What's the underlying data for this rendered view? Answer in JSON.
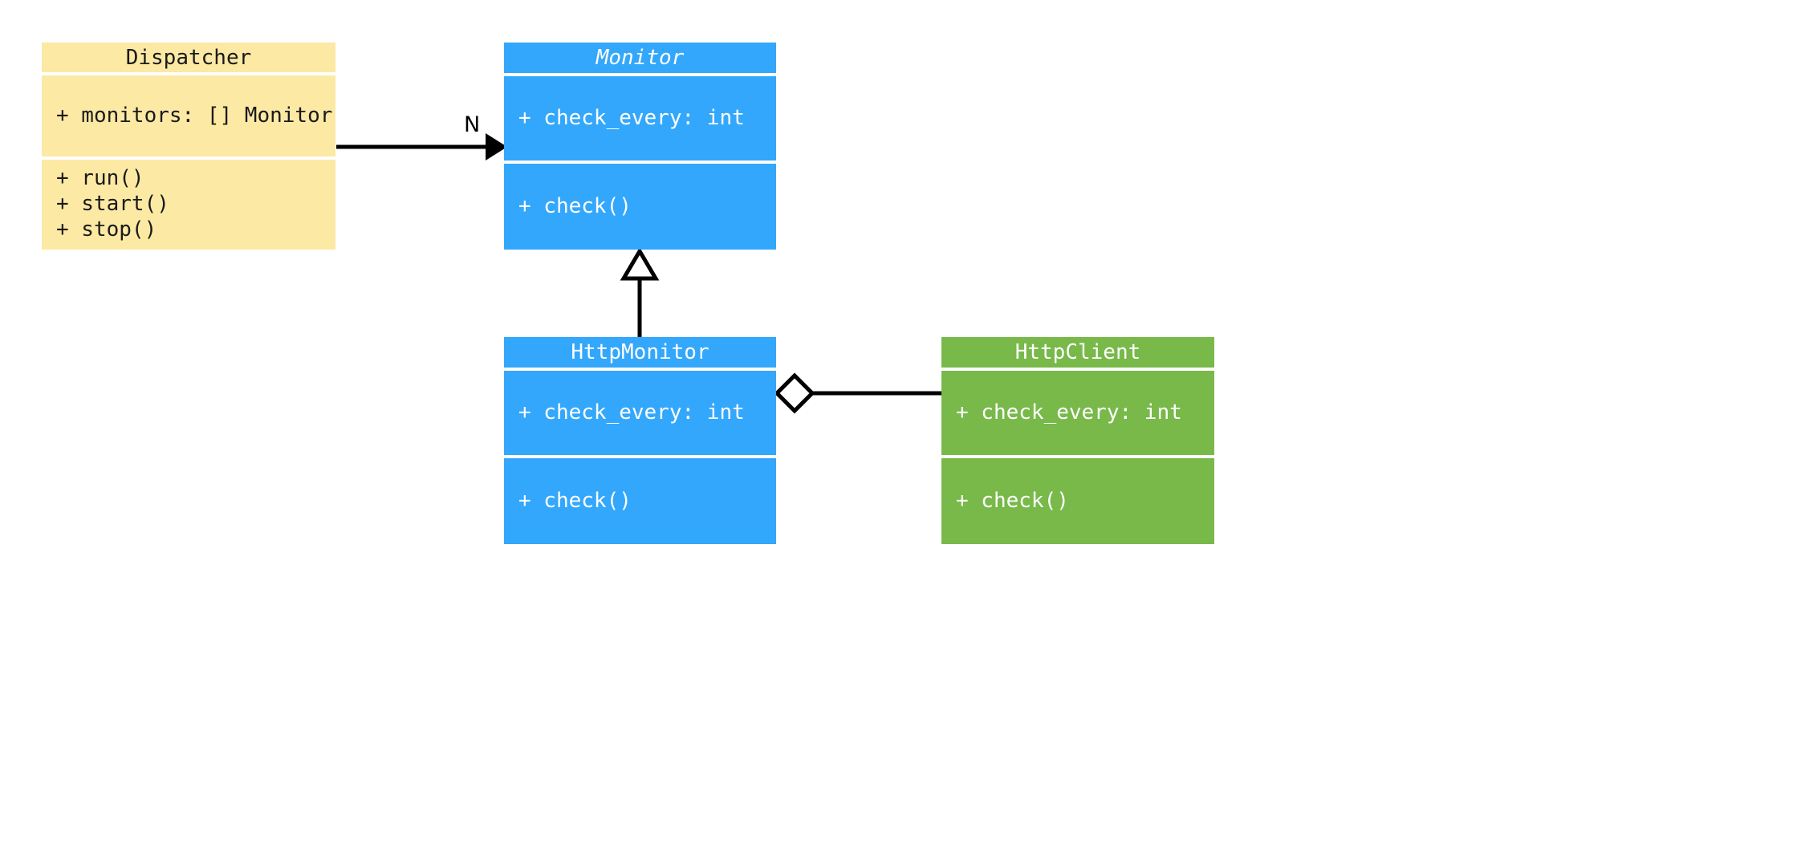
{
  "diagram": {
    "type": "uml-class-diagram",
    "background": "#ffffff",
    "palette": {
      "yellow": "#fce9a4",
      "blue": "#33a7fc",
      "green": "#78b94a",
      "line": "#000000",
      "dark_text": "#1a1a1a",
      "light_text": "#ffffff"
    }
  },
  "classes": {
    "dispatcher": {
      "name": "Dispatcher",
      "abstract": false,
      "color": "#fce9a4",
      "attributes": [
        "+ monitors: [] Monitor"
      ],
      "methods": [
        "+ run()",
        "+ start()",
        "+ stop()"
      ]
    },
    "monitor": {
      "name": "Monitor",
      "abstract": true,
      "color": "#33a7fc",
      "attributes": [
        "+ check_every: int"
      ],
      "methods": [
        "+ check()"
      ]
    },
    "http_monitor": {
      "name": "HttpMonitor",
      "abstract": false,
      "color": "#33a7fc",
      "attributes": [
        "+ check_every: int"
      ],
      "methods": [
        "+ check()"
      ]
    },
    "http_client": {
      "name": "HttpClient",
      "abstract": false,
      "color": "#78b94a",
      "attributes": [
        "+ check_every: int"
      ],
      "methods": [
        "+ check()"
      ]
    }
  },
  "relations": {
    "dispatcher_to_monitor": {
      "kind": "association",
      "arrow": "solid-filled-triangle",
      "from": "Dispatcher",
      "to": "Monitor",
      "multiplicity_label": "N"
    },
    "http_monitor_to_monitor": {
      "kind": "inheritance",
      "arrow": "hollow-triangle",
      "from": "HttpMonitor",
      "to": "Monitor"
    },
    "http_monitor_to_http_client": {
      "kind": "aggregation",
      "arrow": "hollow-diamond",
      "from": "HttpMonitor",
      "to": "HttpClient"
    }
  }
}
